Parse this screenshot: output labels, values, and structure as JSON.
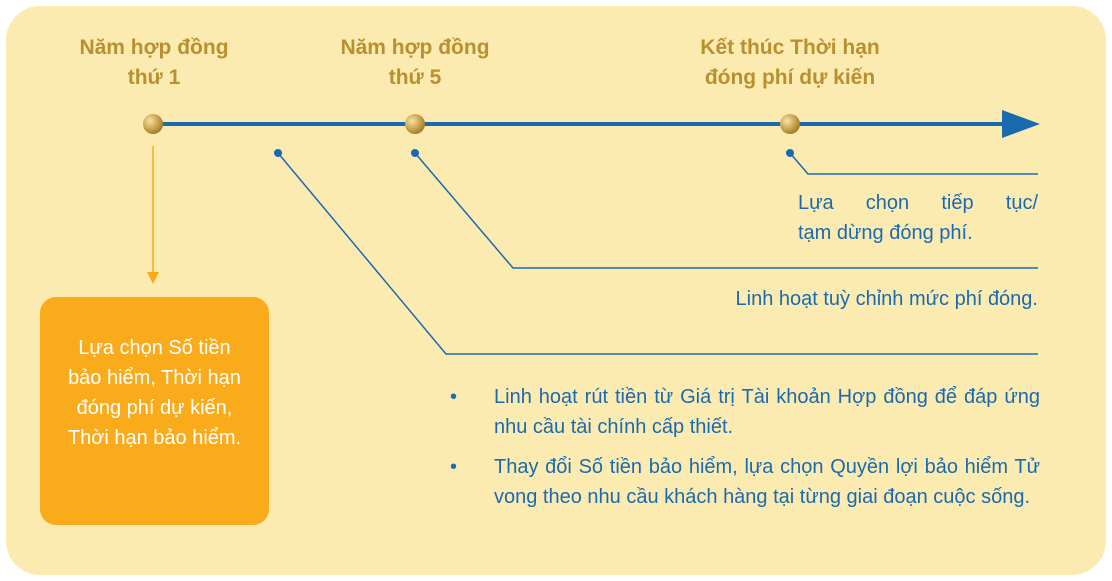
{
  "milestones": [
    {
      "label_line1": "Năm hợp đồng",
      "label_line2": "thứ 1"
    },
    {
      "label_line1": "Năm hợp đồng",
      "label_line2": "thứ 5"
    },
    {
      "label_line1": "Kết thúc Thời hạn",
      "label_line2": "đóng phí dự kiến"
    }
  ],
  "start_box": {
    "lines": [
      "Lựa chọn Số tiền",
      "bảo hiểm, Thời hạn",
      "đóng phí dự kiến,",
      "Thời hạn bảo hiểm."
    ]
  },
  "options": {
    "continue_pause": {
      "line1": "Lựa chọn tiếp tục/",
      "line2": "tạm dừng đóng phí."
    },
    "flexible_premium": "Linh hoạt tuỳ chỉnh mức phí đóng.",
    "bullet_symbol": "•",
    "bullets": [
      "Linh hoạt rút tiền từ Giá trị Tài khoản Hợp đồng để đáp ứng nhu cầu tài chính cấp thiết.",
      "Thay đổi Số tiền bảo hiểm, lựa chọn Quyền lợi bảo hiểm Tử vong theo nhu cầu khách hàng tại từng giai đoạn cuộc sống."
    ]
  },
  "colors": {
    "background": "#fcebb0",
    "timeline": "#1a6ab0",
    "milestone_text": "#b8902f",
    "marker": "#c9a24a",
    "orange": "#f9ab1c",
    "description_text": "#1a6ab0"
  }
}
